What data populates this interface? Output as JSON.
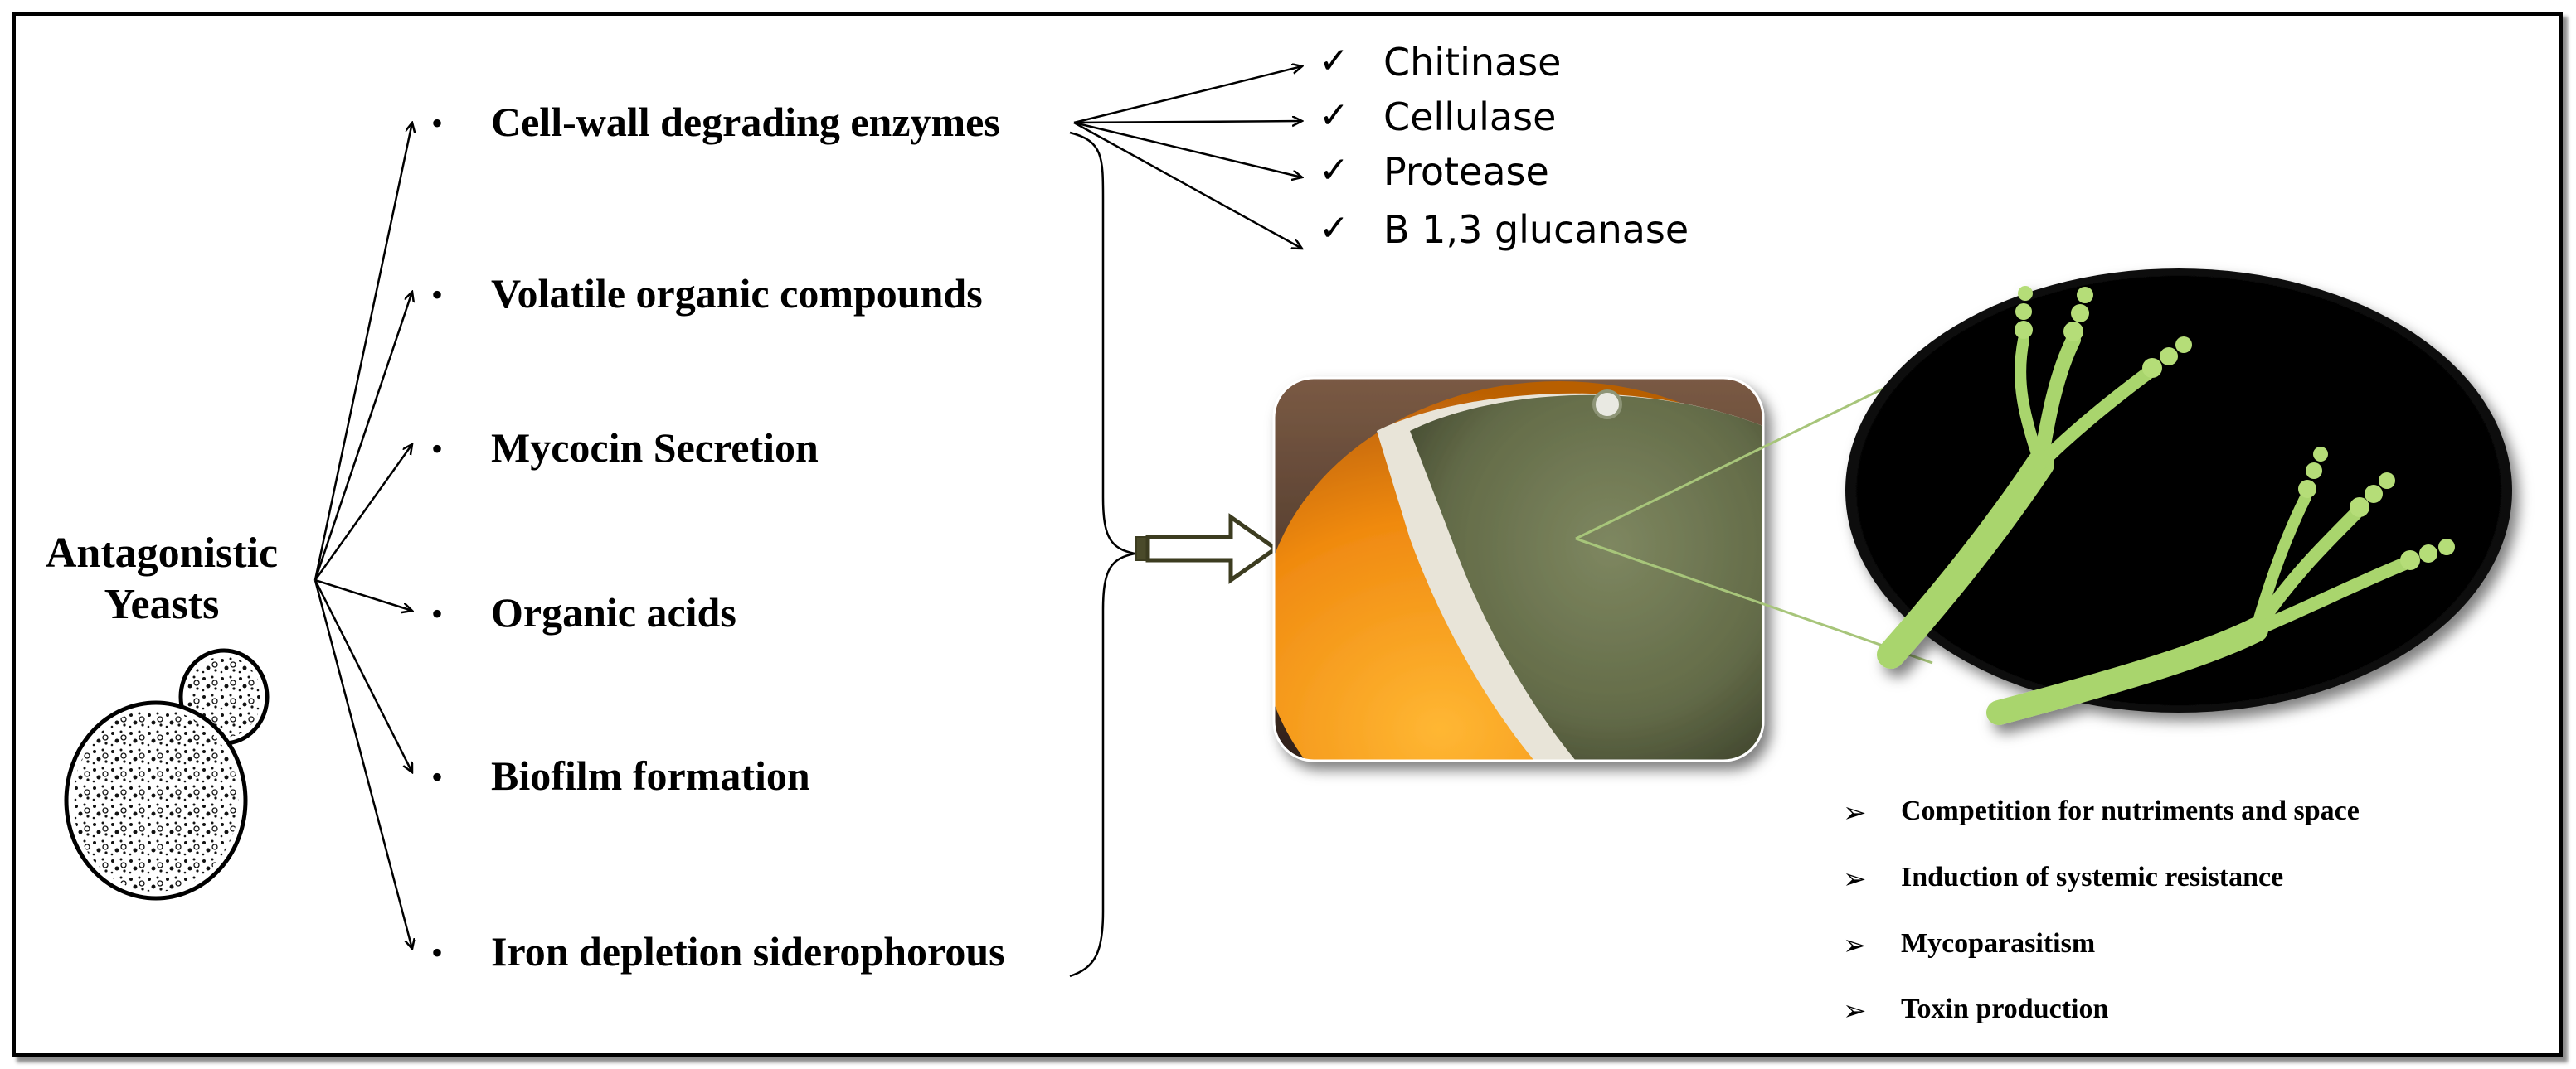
{
  "yeast_label": [
    "Antagonistic",
    "Yeasts"
  ],
  "mechanisms": [
    "Cell-wall degrading enzymes",
    "Volatile organic compounds",
    "Mycocin Secretion",
    "Organic acids",
    "Biofilm formation",
    "Iron depletion siderophorous"
  ],
  "enzymes": [
    "Chitinase",
    "Cellulase",
    "Protease",
    "B 1,3 glucanase"
  ],
  "other_mechanisms": [
    "Competition for nutriments and space",
    "Induction of systemic resistance",
    "Mycoparasitism",
    "Toxin production"
  ],
  "icons": {
    "check": "check-icon",
    "bullet": "bullet-icon",
    "pointer": "triangle-pointer-icon"
  },
  "colors": {
    "mold_green": "#6f7a52",
    "orange": "#f29a16",
    "hyphae_green": "#a8d46a"
  }
}
